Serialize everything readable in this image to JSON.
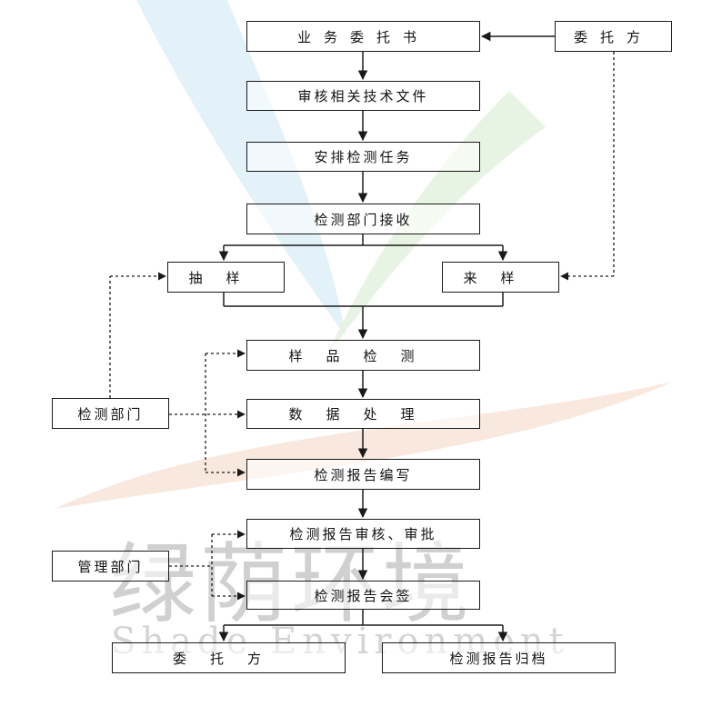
{
  "watermark": {
    "cn": "绿荫环境",
    "en": "Shade Environment"
  },
  "nodes": {
    "commission_letter": "业务委托书",
    "client_top": "委托方",
    "review_docs": "审核相关技术文件",
    "arrange_task": "安排检测任务",
    "dept_receive": "检测部门接收",
    "sampling": "抽样",
    "incoming_sample": "来样",
    "sample_test": "样品检测",
    "data_processing": "数据处理",
    "testing_dept": "检测部门",
    "report_writing": "检测报告编写",
    "report_review": "检测报告审核、审批",
    "management_dept": "管理部门",
    "report_countersign": "检测报告会签",
    "client_bottom": "委托方",
    "report_archive": "检测报告归档"
  }
}
